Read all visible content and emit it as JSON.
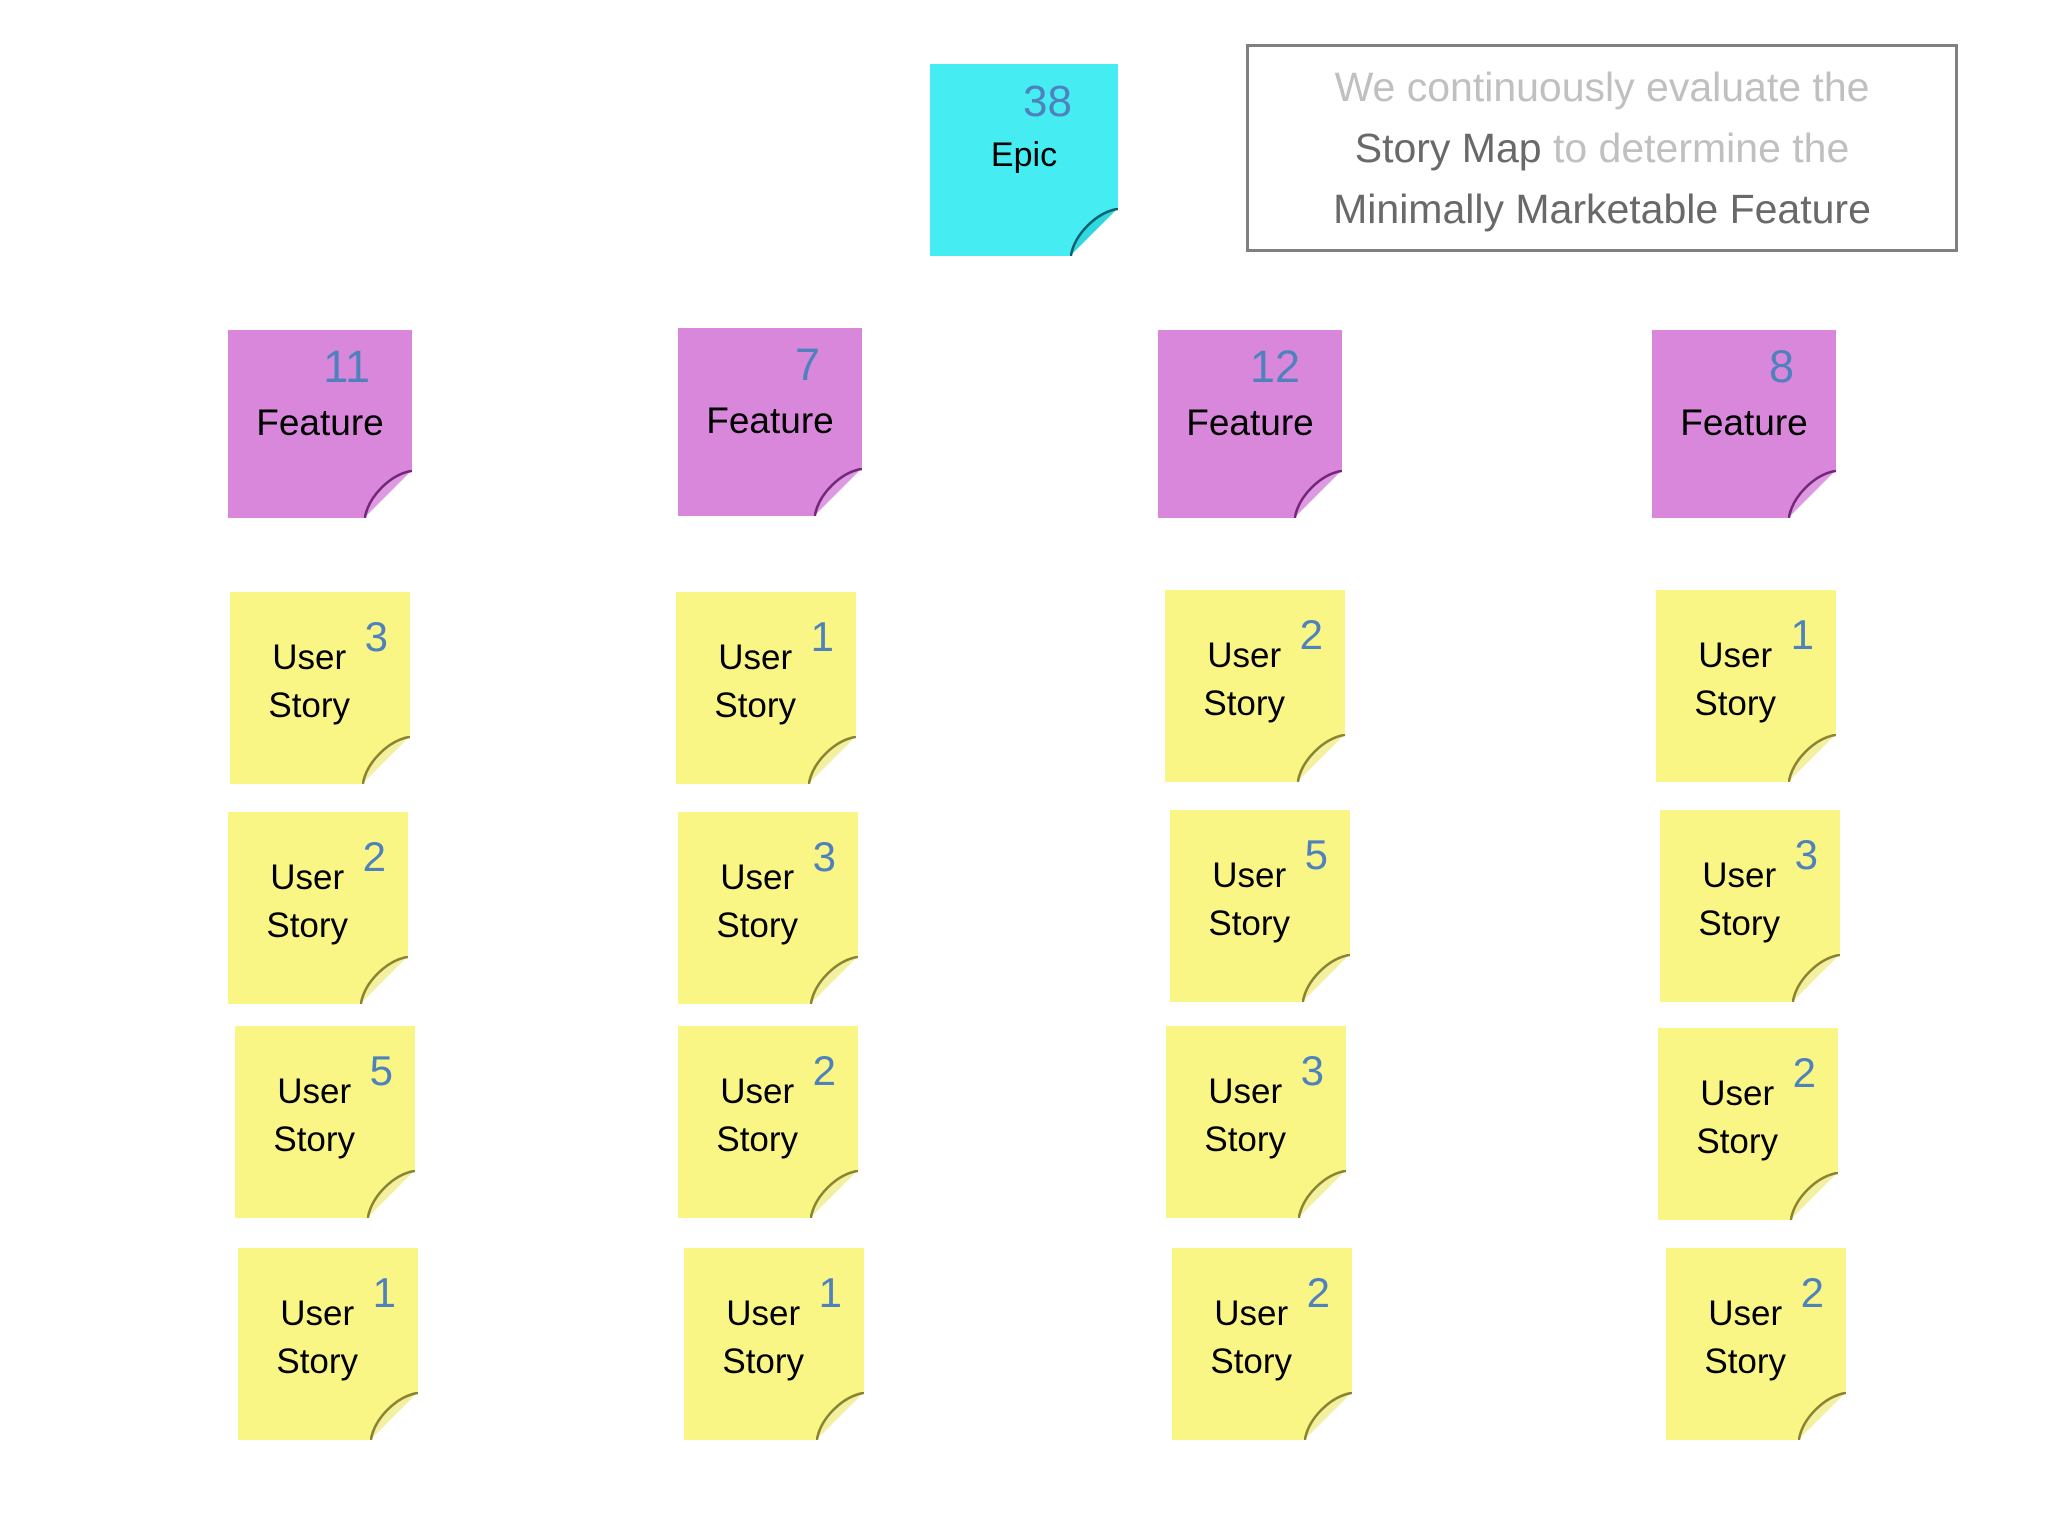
{
  "callout": {
    "line1": "We continuously evaluate the",
    "line2_emphasis": "Story Map",
    "line2_rest": "to determine the",
    "line3": "Minimally Marketable Feature"
  },
  "note_labels": {
    "epic": "Epic",
    "feature": "Feature",
    "user_story_line1": "User",
    "user_story_line2": "Story"
  },
  "epic": {
    "label": "Epic",
    "points": "38"
  },
  "features": [
    {
      "label": "Feature",
      "points": "11"
    },
    {
      "label": "Feature",
      "points": "7"
    },
    {
      "label": "Feature",
      "points": "12"
    },
    {
      "label": "Feature",
      "points": "8"
    }
  ],
  "story_columns": [
    {
      "stories": [
        {
          "label": "User Story",
          "points": "3"
        },
        {
          "label": "User Story",
          "points": "2"
        },
        {
          "label": "User Story",
          "points": "5"
        },
        {
          "label": "User Story",
          "points": "1"
        }
      ]
    },
    {
      "stories": [
        {
          "label": "User Story",
          "points": "1"
        },
        {
          "label": "User Story",
          "points": "3"
        },
        {
          "label": "User Story",
          "points": "2"
        },
        {
          "label": "User Story",
          "points": "1"
        }
      ]
    },
    {
      "stories": [
        {
          "label": "User Story",
          "points": "2"
        },
        {
          "label": "User Story",
          "points": "5"
        },
        {
          "label": "User Story",
          "points": "3"
        },
        {
          "label": "User Story",
          "points": "2"
        }
      ]
    },
    {
      "stories": [
        {
          "label": "User Story",
          "points": "1"
        },
        {
          "label": "User Story",
          "points": "3"
        },
        {
          "label": "User Story",
          "points": "2"
        },
        {
          "label": "User Story",
          "points": "2"
        }
      ]
    }
  ],
  "colors": {
    "epic_note": "#45edf2",
    "feature_note": "#d987db",
    "story_note": "#f9f685",
    "points_text": "#4f81bd",
    "note_text": "#000000",
    "callout_light_text": "#c0c0c0",
    "callout_dark_text": "#696969",
    "callout_border": "#808080"
  }
}
